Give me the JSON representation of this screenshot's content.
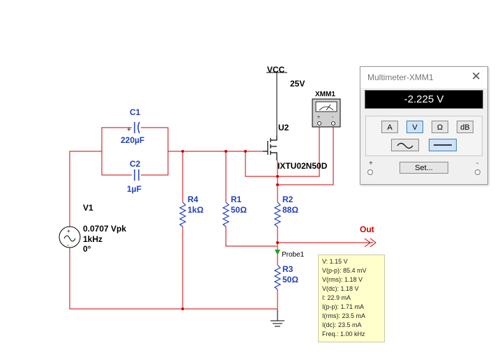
{
  "vcc": {
    "name": "VCC",
    "value": "25V"
  },
  "meter_symbol": {
    "name": "XMM1"
  },
  "mosfet": {
    "ref": "U2",
    "part": "IXTU02N50D"
  },
  "c1": {
    "ref": "C1",
    "value": "220µF"
  },
  "c2": {
    "ref": "C2",
    "value": "1µF"
  },
  "v1": {
    "ref": "V1",
    "amplitude": "0.0707 Vpk",
    "frequency": "1kHz",
    "phase": "0°"
  },
  "r4": {
    "ref": "R4",
    "value": "1kΩ"
  },
  "r1": {
    "ref": "R1",
    "value": "50Ω"
  },
  "r2": {
    "ref": "R2",
    "value": "88Ω"
  },
  "r3": {
    "ref": "R3",
    "value": "50Ω"
  },
  "out": {
    "label": "Out"
  },
  "probe": {
    "name": "Probe1",
    "lines": [
      "V: 1.15 V",
      "V(p-p): 85.4 mV",
      "V(rms): 1.18 V",
      "V(dc): 1.18 V",
      "I: 22.9 mA",
      "I(p-p): 1.71 mA",
      "I(rms): 23.5 mA",
      "I(dc): 23.5 mA",
      "Freq.: 1.00 kHz"
    ]
  },
  "multimeter": {
    "title": "Multimeter-XMM1",
    "close": "✕",
    "reading": "-2.225 V",
    "modes": [
      "A",
      "V",
      "Ω",
      "dB"
    ],
    "active_mode": "V",
    "set_label": "Set...",
    "plus": "+",
    "minus": "-"
  },
  "colors": {
    "wire": "#cc0000",
    "component": "#1f3fbf",
    "active_button": "#cfe3f7"
  }
}
